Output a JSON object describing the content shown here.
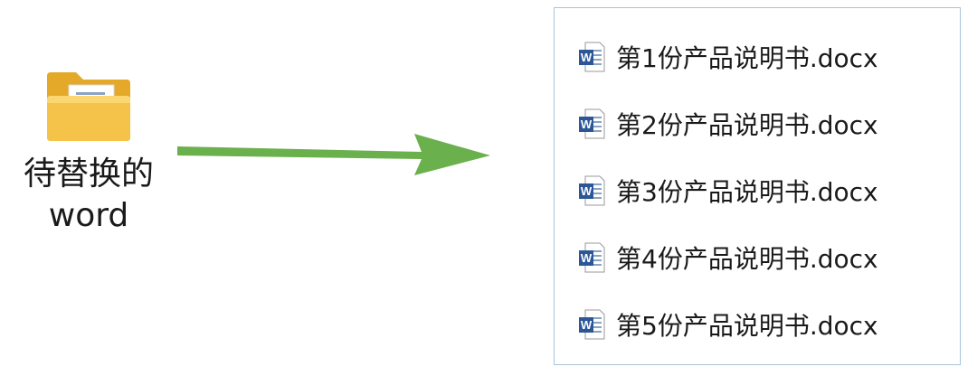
{
  "source": {
    "icon": "folder-icon",
    "label_line1": "待替换的",
    "label_line2": "word"
  },
  "arrow": {
    "icon": "arrow-right-icon",
    "color": "#6ab04c"
  },
  "files": [
    {
      "name": "第1份产品说明书.docx",
      "icon": "word-document-icon"
    },
    {
      "name": "第2份产品说明书.docx",
      "icon": "word-document-icon"
    },
    {
      "name": "第3份产品说明书.docx",
      "icon": "word-document-icon"
    },
    {
      "name": "第4份产品说明书.docx",
      "icon": "word-document-icon"
    },
    {
      "name": "第5份产品说明书.docx",
      "icon": "word-document-icon"
    }
  ],
  "colors": {
    "panel_border": "#a9c4d8",
    "folder": "#f6c34a",
    "word_blue": "#2b5797"
  }
}
